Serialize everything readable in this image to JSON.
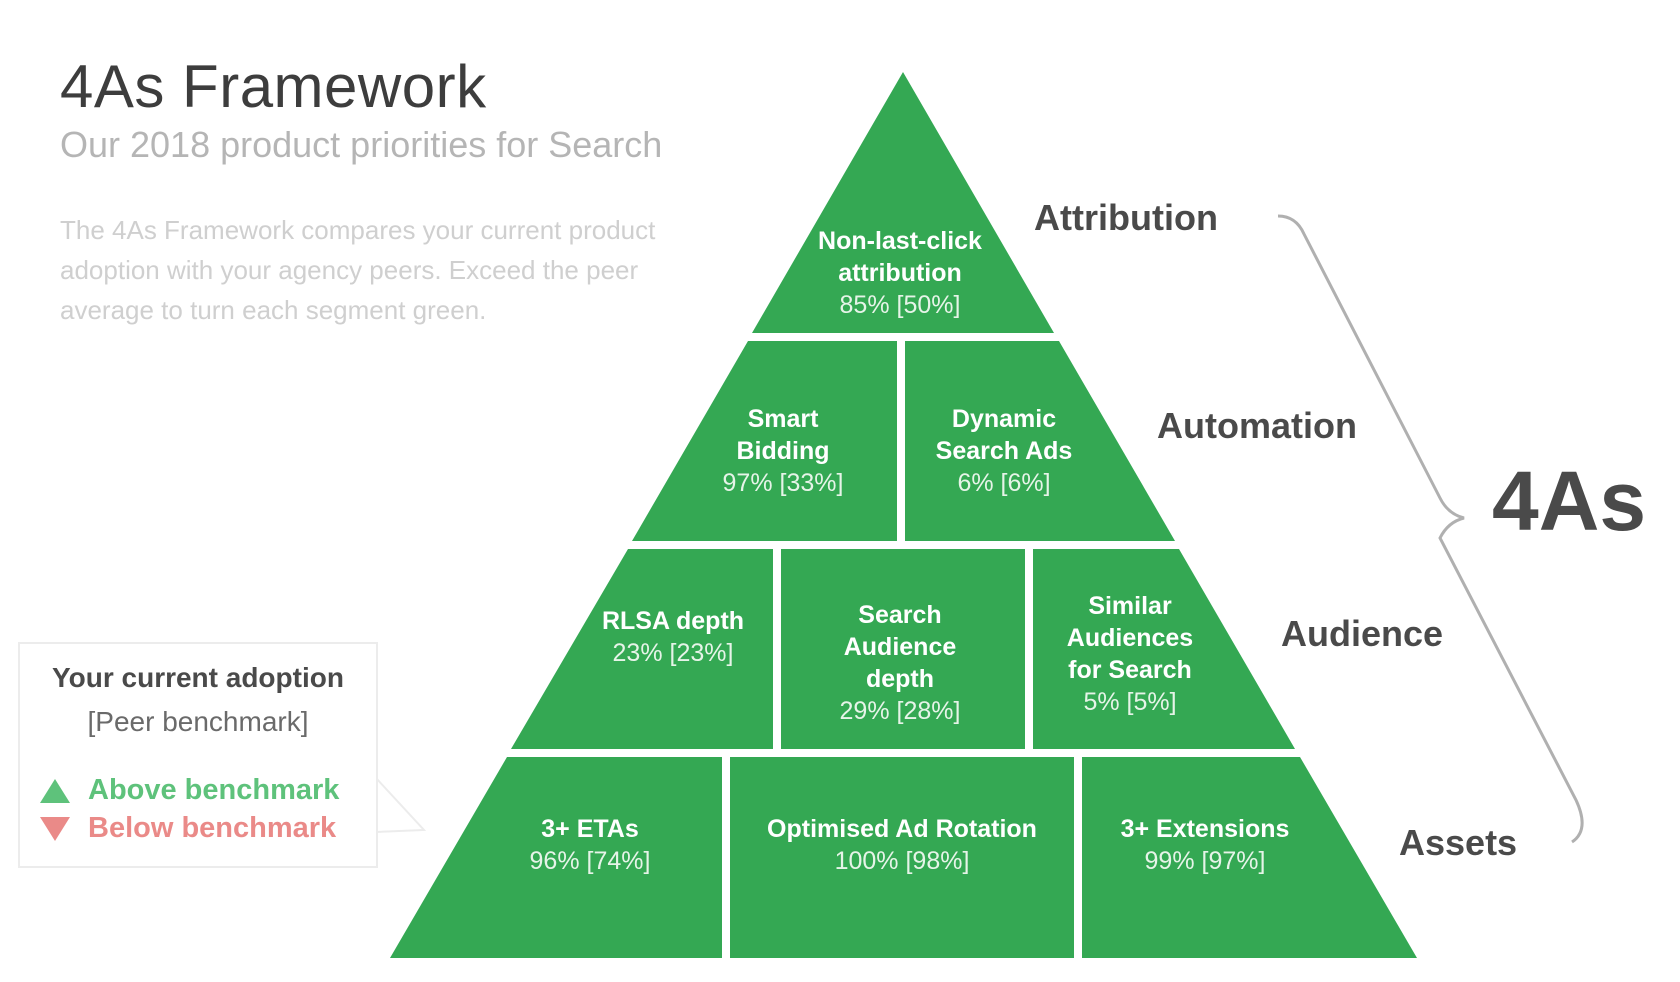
{
  "header": {
    "title": "4As Framework",
    "subtitle": "Our 2018 product priorities for Search",
    "description": "The 4As Framework compares your current product adoption with your agency peers. Exceed the peer average to turn each segment green."
  },
  "colors": {
    "segment_green": "#34a853",
    "above": "#5ec27b",
    "below": "#ea8a88"
  },
  "layers": {
    "attribution": "Attribution",
    "automation": "Automation",
    "audience": "Audience",
    "assets": "Assets",
    "group": "4As"
  },
  "segments": {
    "non_last_click": {
      "name1": "Non-last-click",
      "name2": "attribution",
      "value": "85% [50%]"
    },
    "smart_bidding": {
      "name1": "Smart",
      "name2": "Bidding",
      "value": "97% [33%]"
    },
    "dsa": {
      "name1": "Dynamic",
      "name2": "Search Ads",
      "value": "6% [6%]"
    },
    "rlsa": {
      "name1": "RLSA depth",
      "value": "23% [23%]"
    },
    "search_audience": {
      "name1": "Search",
      "name2": "Audience",
      "name3": "depth",
      "value": "29% [28%]"
    },
    "similar_audiences": {
      "name1": "Similar",
      "name2": "Audiences",
      "name3": "for Search",
      "value": "5% [5%]"
    },
    "etas": {
      "name1": "3+ ETAs",
      "value": "96% [74%]"
    },
    "ad_rotation": {
      "name1": "Optimised Ad Rotation",
      "value": "100% [98%]"
    },
    "extensions": {
      "name1": "3+ Extensions",
      "value": "99% [97%]"
    }
  },
  "legend": {
    "title": "Your current adoption",
    "subtitle": "[Peer benchmark]",
    "above": "Above benchmark",
    "below": "Below benchmark"
  }
}
